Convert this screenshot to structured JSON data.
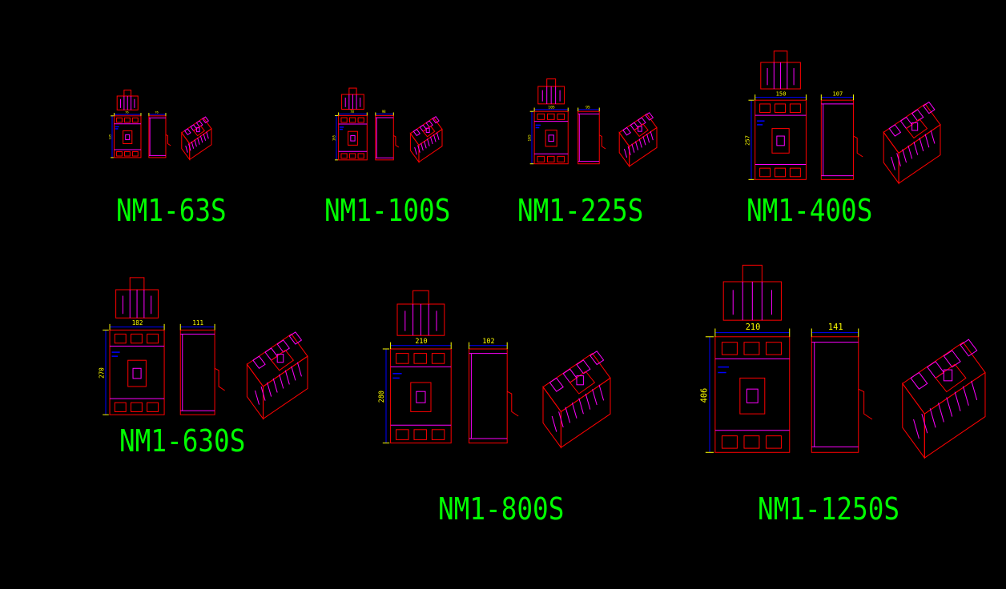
{
  "colors": {
    "background": "#000000",
    "outline": "#ff0000",
    "detail": "#ff00ff",
    "dimension": "#ffff00",
    "annotation": "#0000ff",
    "label": "#00ff00"
  },
  "models": [
    {
      "id": "nm1-63s",
      "label": "NM1-63S",
      "dim_width": "76",
      "dim_depth": "76",
      "dim_height": "135"
    },
    {
      "id": "nm1-100s",
      "label": "NM1-100S",
      "dim_width": "78",
      "dim_depth": "98",
      "dim_height": "165"
    },
    {
      "id": "nm1-225s",
      "label": "NM1-225S",
      "dim_width": "105",
      "dim_depth": "95",
      "dim_height": "165"
    },
    {
      "id": "nm1-400s",
      "label": "NM1-400S",
      "dim_width": "150",
      "dim_depth": "107",
      "dim_height": "257"
    },
    {
      "id": "nm1-630s",
      "label": "NM1-630S",
      "dim_width": "182",
      "dim_depth": "111",
      "dim_height": "270"
    },
    {
      "id": "nm1-800s",
      "label": "NM1-800S",
      "dim_width": "210",
      "dim_depth": "102",
      "dim_height": "280"
    },
    {
      "id": "nm1-1250s",
      "label": "NM1-1250S",
      "dim_width": "210",
      "dim_depth": "141",
      "dim_height": "406"
    }
  ]
}
